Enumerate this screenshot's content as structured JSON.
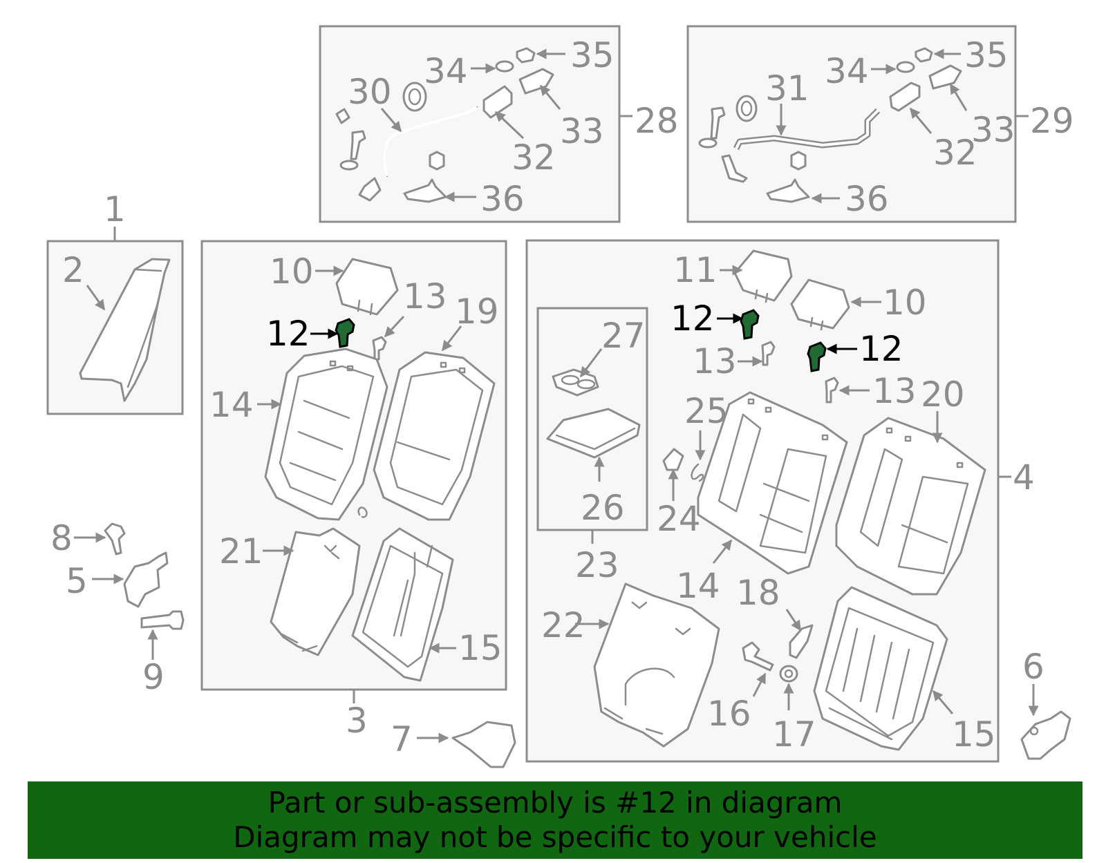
{
  "callouts": {
    "c1": "1",
    "c2": "2",
    "c3": "3",
    "c4": "4",
    "c5": "5",
    "c6": "6",
    "c7": "7",
    "c8": "8",
    "c9": "9",
    "c10a": "10",
    "c10b": "10",
    "c11": "11",
    "c12a": "12",
    "c12b": "12",
    "c12c": "12",
    "c13a": "13",
    "c13b": "13",
    "c13c": "13",
    "c14a": "14",
    "c14b": "14",
    "c15a": "15",
    "c15b": "15",
    "c16": "16",
    "c17": "17",
    "c18": "18",
    "c19": "19",
    "c20": "20",
    "c21": "21",
    "c22": "22",
    "c23": "23",
    "c24": "24",
    "c25": "25",
    "c26": "26",
    "c27": "27",
    "c28": "28",
    "c29": "29",
    "c30": "30",
    "c31": "31",
    "c32a": "32",
    "c32b": "32",
    "c33a": "33",
    "c33b": "33",
    "c34a": "34",
    "c34b": "34",
    "c35a": "35",
    "c35b": "35",
    "c36a": "36",
    "c36b": "36"
  },
  "highlighted_part": "12",
  "colors": {
    "banner_bg": "#116611",
    "highlight": "#1f6b33",
    "line": "#8c8c8c"
  },
  "banner": {
    "line1": "Part or sub-assembly is #12 in diagram",
    "line2": "Diagram may not be specific to your vehicle"
  }
}
